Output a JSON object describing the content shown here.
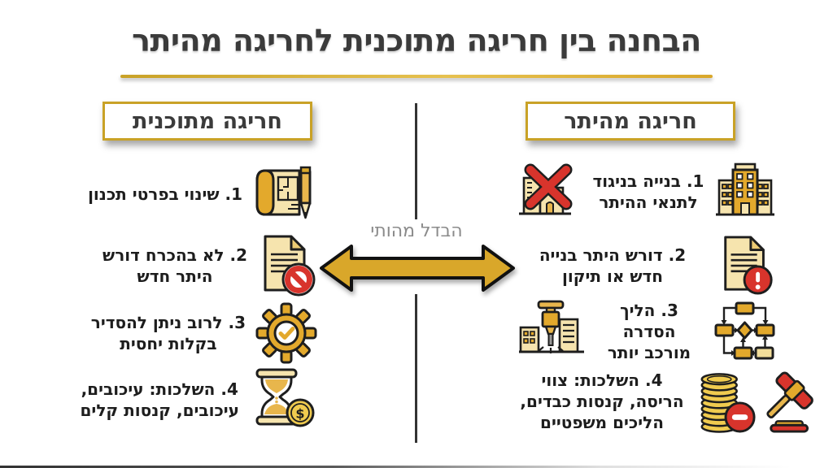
{
  "slide": {
    "title": "הבחנה בין חריגה מתוכנית לחריגה מהיתר",
    "center_label": "הבדל מהותי",
    "coin_symbol": "$",
    "colors": {
      "gold": "#D9A72A",
      "gold_border": "#C9A227",
      "icon_gold": "#E3A92C",
      "icon_cream": "#F6E4AE",
      "red": "#D8342C",
      "title_text": "#3B3B3B",
      "body_text": "#1D1D1D",
      "label_gray": "#8B8B8B"
    }
  },
  "right_column": {
    "header": "חריגה מהיתר",
    "items": [
      {
        "lines": [
          "1. בנייה בניגוד",
          "לתנאי ההיתר"
        ],
        "icons": [
          "office-building-icon",
          "building-crossed-icon"
        ]
      },
      {
        "lines": [
          "2. דורש היתר בנייה",
          "חדש או תיקון"
        ],
        "icons": [
          "document-warning-icon"
        ]
      },
      {
        "lines": [
          "3. הליך הסדרה",
          "מורכב יותר"
        ],
        "icons": [
          "flowchart-icon",
          "jackhammer-icon"
        ]
      },
      {
        "lines": [
          "4. השלכות: צווי",
          "הריסה, קנסות כבדים,",
          "הליכים משפטיים"
        ],
        "icons": [
          "coins-minus-icon",
          "gavel-icon"
        ]
      }
    ]
  },
  "left_column": {
    "header": "חריגה מתוכנית",
    "items": [
      {
        "lines": [
          "1. שינוי בפרטי תכנון"
        ],
        "icons": [
          "blueprint-pencil-icon"
        ]
      },
      {
        "lines": [
          "2. לא בהכרח דורש",
          "היתר חדש"
        ],
        "icons": [
          "document-blocked-icon"
        ]
      },
      {
        "lines": [
          "3. לרוב ניתן להסדיר",
          "בקלות יחסית"
        ],
        "icons": [
          "gear-check-icon"
        ]
      },
      {
        "lines": [
          "4. השלכות: עיכובים,",
          "עיכובים, קנסות קלים"
        ],
        "icons": [
          "hourglass-money-icon"
        ]
      }
    ]
  }
}
